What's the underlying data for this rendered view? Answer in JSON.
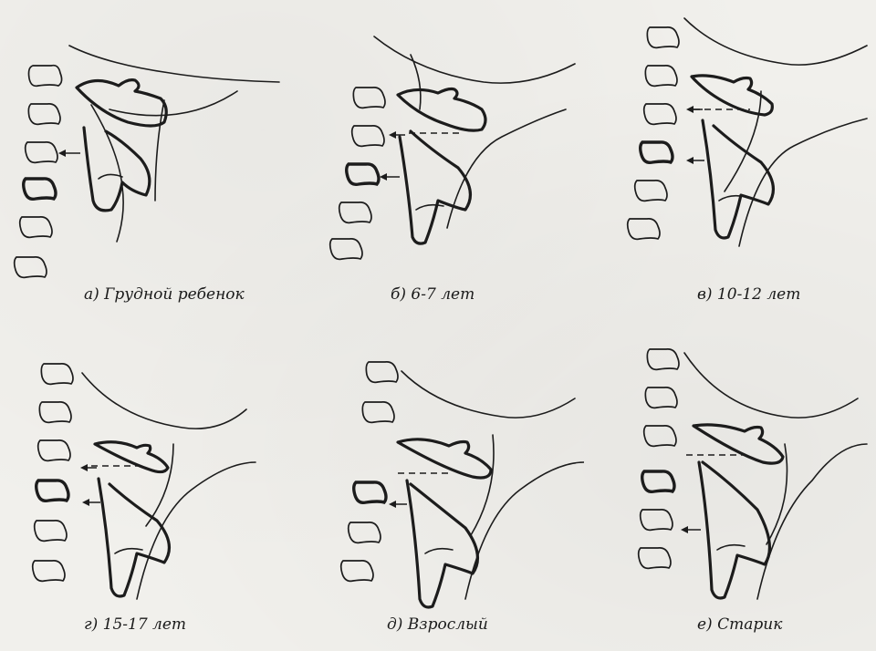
{
  "panels": [
    {
      "caption": "а) Грудной ребенок"
    },
    {
      "caption": "б) 6-7 лет"
    },
    {
      "caption": "в) 10-12 лет"
    },
    {
      "caption": "г) 15-17 лет"
    },
    {
      "caption": "д) Взрослый"
    },
    {
      "caption": "е) Старик"
    }
  ]
}
